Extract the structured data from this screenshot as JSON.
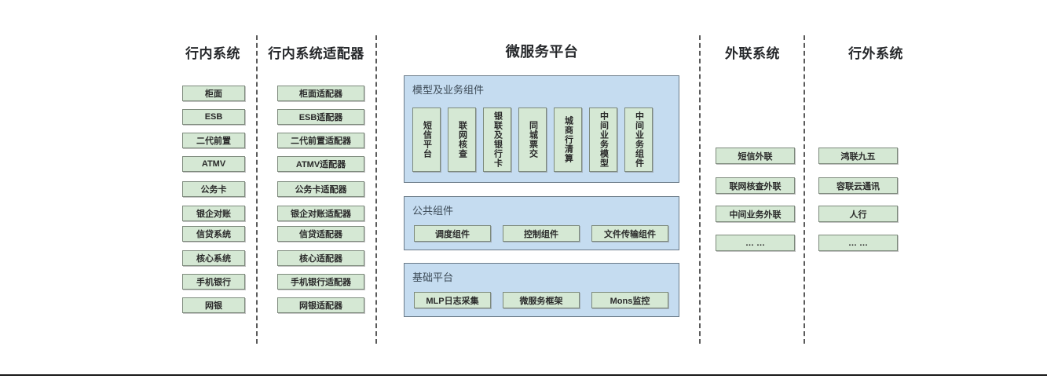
{
  "diagram": {
    "title_bar": null,
    "columns": [
      {
        "id": "inner-systems",
        "title": "行内系统",
        "items": [
          "柜面",
          "ESB",
          "二代前置",
          "ATMV",
          "公务卡",
          "银企对账",
          "信贷系统",
          "核心系统",
          "手机银行",
          "网银"
        ]
      },
      {
        "id": "inner-system-adapters",
        "title": "行内系统适配器",
        "items": [
          "柜面适配器",
          "ESB适配器",
          "二代前置适配器",
          "ATMV适配器",
          "公务卡适配器",
          "银企对账适配器",
          "信贷适配器",
          "核心适配器",
          "手机银行适配器",
          "网银适配器"
        ]
      },
      {
        "id": "microservice-platform",
        "title": "微服务平台",
        "groups": [
          {
            "id": "model-business-components",
            "label": "模型及业务组件",
            "orientation": "vertical",
            "items": [
              "短信平台",
              "联网核查",
              "银联及银行卡",
              "同城票交",
              "城商行清算",
              "中间业务模型",
              "中间业务组件"
            ]
          },
          {
            "id": "public-components",
            "label": "公共组件",
            "orientation": "horizontal",
            "items": [
              "调度组件",
              "控制组件",
              "文件传输组件"
            ]
          },
          {
            "id": "base-platform",
            "label": "基础平台",
            "orientation": "horizontal",
            "items": [
              "MLP日志采集",
              "微服务框架",
              "Mons监控"
            ]
          }
        ]
      },
      {
        "id": "external-link-systems",
        "title": "外联系统",
        "items": [
          "短信外联",
          "联网核查外联",
          "中间业务外联",
          "… …"
        ]
      },
      {
        "id": "outside-bank-systems",
        "title": "行外系统",
        "items": [
          "鸿联九五",
          "容联云通讯",
          "人行",
          "… …"
        ]
      }
    ],
    "colors": {
      "node_fill": "#d5e8d4",
      "node_border": "#7d8a7c",
      "panel_fill": "#c5dcf0",
      "panel_border": "#6a7a88",
      "divider": "#5a5a5a",
      "title_text": "#26282b",
      "panel_label_text": "#3d4b57",
      "background": "#ffffff"
    }
  }
}
